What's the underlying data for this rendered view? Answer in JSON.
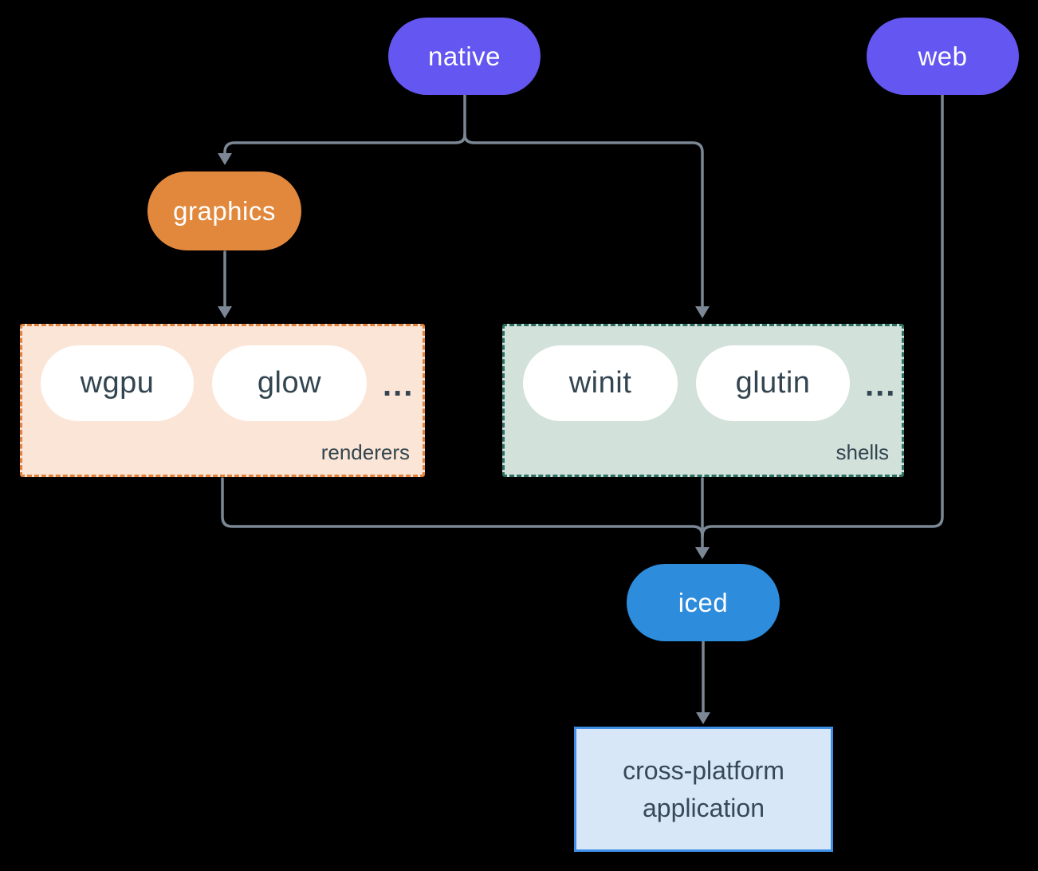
{
  "nodes": {
    "native": "native",
    "web": "web",
    "graphics": "graphics",
    "iced": "iced",
    "app": "cross-platform application"
  },
  "renderers": {
    "label": "renderers",
    "items": [
      "wgpu",
      "glow"
    ],
    "more": "..."
  },
  "shells": {
    "label": "shells",
    "items": [
      "winit",
      "glutin"
    ],
    "more": "..."
  },
  "colors": {
    "background": "#000000",
    "platform_pill": "#6456f0",
    "graphics_pill": "#e2883d",
    "iced_pill": "#2d8cdb",
    "inner_pill": "#ffffff",
    "inner_pill_text": "#334550",
    "renderers_fill": "#fbe5d6",
    "renderers_border": "#e0813c",
    "shells_fill": "#d2e1da",
    "shells_border": "#2c6f63",
    "app_fill": "#d8e7f8",
    "app_border": "#3e8ee5",
    "connector": "#7b8794"
  }
}
